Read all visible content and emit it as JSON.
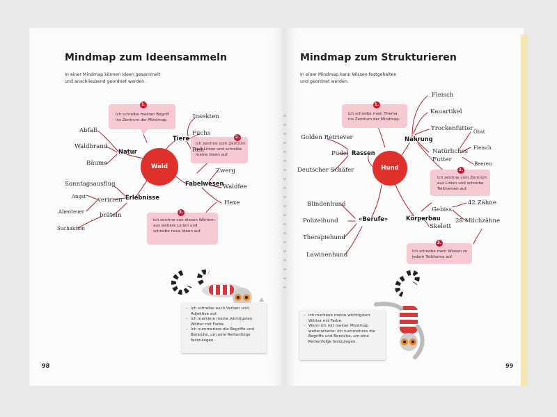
{
  "left_page": {
    "title": "Mindmap zum Ideensammeln",
    "intro": [
      "In einer Mindmap können Ideen gesammelt",
      "und anschliessend geordnet werden."
    ],
    "page_number": "98",
    "center": "Wald",
    "branches": {
      "natur": "Natur",
      "tiere": "Tiere",
      "fabelwesen": "Fabelwesen",
      "erlebnisse": "Erlebnisse"
    },
    "leaves": {
      "abfall": "Abfall",
      "waldbrand": "Waldbrand",
      "baeume": "Bäume",
      "insekten": "Insekten",
      "fuchs": "Fuchs",
      "reh": "Reh",
      "zwerg": "Zwerg",
      "waldfee": "Waldfee",
      "hexe": "Hexe",
      "sonntagsausflug": "Sonntagsausflug",
      "angst": "Angst",
      "verirren": "verirren",
      "abenteuer": "Abenteuer",
      "braeteln": "bräteln",
      "suchaktion": "Suchaktion"
    },
    "bubbles": [
      {
        "number": "1.",
        "text": "Ich schreibe meinen Begriff ins Zentrum der Mindmap."
      },
      {
        "number": "2.",
        "text": "Ich zeichne vom Zentrum aus Linien und schreibe meine Ideen auf."
      },
      {
        "number": "3.",
        "text": "Ich zeichne von diesen Wörtern aus weitere Linien und schreibe neue Ideen auf."
      }
    ],
    "note": [
      "Ich schreibe auch Verben und Adjektive auf.",
      "Ich markiere meine wichtigsten Wörter mit Farbe.",
      "Ich nummeriere die Begriffe und Bereiche, um eine Reihenfolge festzulegen."
    ]
  },
  "right_page": {
    "title": "Mindmap zum Strukturieren",
    "intro": [
      "In einer Mindmap kann Wissen festgehalten",
      "und geordnet werden."
    ],
    "page_number": "99",
    "center": "Hund",
    "branches": {
      "rassen": "Rassen",
      "nahrung": "Nahrung",
      "berufe": "«Berufe»",
      "koerperbau": "Körperbau"
    },
    "leaves": {
      "golden": "Golden Retriever",
      "pudel": "Pudel",
      "schaefer": "Deutscher Schäfer",
      "fleisch": "Fleisch",
      "kauartikel": "Kauartikel",
      "trockenfutter": "Trockenfutter",
      "natuerliches": "Natürliches",
      "futter": "Futter",
      "obst": "Obst",
      "fleisch2": "Fleisch",
      "beeren": "Beeren",
      "blindenhund": "Blindenhund",
      "polizeihund": "Polizeihund",
      "therapiehund": "Therapiehund",
      "lawinenhund": "Lawinenhund",
      "gebiss": "Gebiss",
      "zaehne42": "42 Zähne",
      "milchzaehne": "28 Milchzähne",
      "skelett": "Skelett"
    },
    "bubbles": [
      {
        "number": "1.",
        "text": "Ich schreibe mein Thema ins Zentrum der Mindmap."
      },
      {
        "number": "2.",
        "text": "Ich zeichne vom Zentrum aus Linien und schreibe Teilthemen auf."
      },
      {
        "number": "3.",
        "text": "Ich schreibe mein Wissen zu jedem Teilthema auf."
      }
    ],
    "note": [
      "Ich markiere meine wichtigsten Wörter mit Farbe.",
      "Wenn ich mit meiner Mindmap weiterarbeite: Ich nummeriere die Begriffe und Bereiche, um eine Reihenfolge festzulegen."
    ]
  },
  "colors": {
    "accent": "#e0302c",
    "line": "#b4202a",
    "bubble": "#f6c9d3",
    "number": "#c9132b",
    "page_edge": "#f4e7b4"
  }
}
